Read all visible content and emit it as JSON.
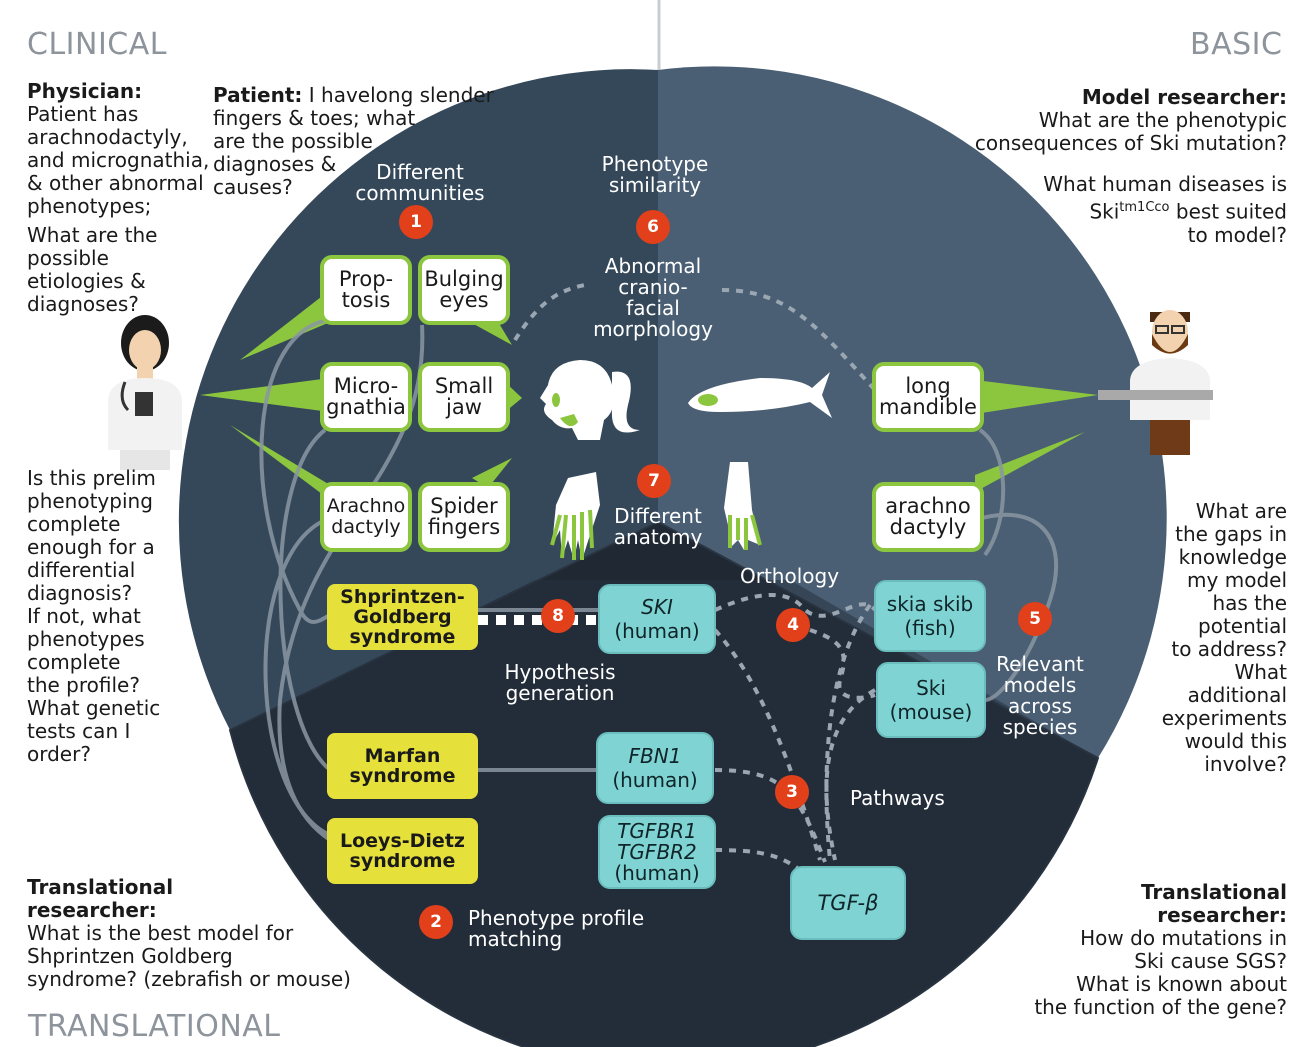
{
  "sections": {
    "clinical": "CLINICAL",
    "basic": "BASIC",
    "translational": "TRANSLATIONAL"
  },
  "physician": {
    "heading": "Physician:",
    "lines": [
      "Patient has",
      "arachnodactyly,",
      "and micrognathia,",
      "& other abnormal",
      "phenotypes;"
    ],
    "question": [
      "What are the",
      "possible",
      "etiologies &",
      "diagnoses?"
    ]
  },
  "patient": {
    "heading": "Patient:",
    "first_line": "I havelong slender",
    "lines": [
      "fingers & toes; what",
      "are the possible",
      "diagnoses &",
      "causes?"
    ]
  },
  "clinical_bottom": [
    "Is this prelim",
    "phenotyping",
    "complete",
    "enough for a",
    "differential",
    "diagnosis?",
    "If not, what",
    "phenotypes",
    "complete",
    "the profile?",
    "What genetic",
    "tests can I",
    "order?"
  ],
  "model_researcher": {
    "heading": "Model researcher:",
    "lines": [
      "What are the phenotypic",
      "consequences of Ski mutation?"
    ],
    "q2_line1": "What human diseases is",
    "q2_ski": "Ski",
    "q2_sup": "tm1Cco",
    "q2_tail": " best suited",
    "q2_line3": "to model?"
  },
  "basic_bottom": [
    "What are",
    "the gaps in",
    "knowledge",
    "my model",
    "has the",
    "potential",
    "to address?",
    "What",
    "additional",
    "experiments",
    "would this",
    "involve?"
  ],
  "translational_left": {
    "heading": [
      "Translational",
      "researcher:"
    ],
    "lines": [
      "What is the best model for",
      "Shprintzen Goldberg",
      "syndrome? (zebrafish or mouse)"
    ]
  },
  "translational_right": {
    "heading": [
      "Translational",
      "researcher:"
    ],
    "lines": [
      "How do mutations in",
      "Ski cause SGS?",
      "What is known about",
      "the function of the gene?"
    ]
  },
  "concepts": {
    "different_communities": [
      "Different",
      "communities"
    ],
    "phenotype_similarity": [
      "Phenotype",
      "similarity"
    ],
    "abnormal_craniofacial": [
      "Abnormal",
      "cranio-",
      "facial",
      "morphology"
    ],
    "different_anatomy": [
      "Different",
      "anatomy"
    ],
    "orthology": "Orthology",
    "hypothesis_generation": [
      "Hypothesis",
      "generation"
    ],
    "relevant_models": [
      "Relevant",
      "models",
      "across",
      "species"
    ],
    "pathways": "Pathways",
    "profile_matching": [
      "Phenotype profile",
      "matching"
    ]
  },
  "bubbles": {
    "proptosis": [
      "Prop-",
      "tosis"
    ],
    "bulging_eyes": [
      "Bulging",
      "eyes"
    ],
    "micrognathia": [
      "Micro-",
      "gnathia"
    ],
    "small_jaw": [
      "Small",
      "jaw"
    ],
    "arachnodactyly": [
      "Arachno",
      "dactyly"
    ],
    "spider_fingers": [
      "Spider",
      "fingers"
    ],
    "long_mandible": [
      "long",
      "mandible"
    ],
    "arachno_dactyly_model": [
      "arachno",
      "dactyly"
    ]
  },
  "syndromes": {
    "sgs": [
      "Shprintzen-",
      "Goldberg",
      "syndrome"
    ],
    "marfan": [
      "Marfan",
      "syndrome"
    ],
    "loeys_dietz": [
      "Loeys-Dietz",
      "syndrome"
    ]
  },
  "genes": {
    "ski_human": {
      "symbol": "SKI",
      "species": "(human)"
    },
    "fbn1": {
      "symbol": "FBN1",
      "species": "(human)"
    },
    "tgfbr": {
      "symbol1": "TGFBR1",
      "symbol2": "TGFBR2",
      "species": "(human)"
    },
    "ski_fish": {
      "symbol": "skia skib",
      "species": "(fish)"
    },
    "ski_mouse": {
      "symbol": "Ski",
      "species": "(mouse)"
    },
    "tgfb": "TGF-β"
  },
  "markers": [
    "1",
    "2",
    "3",
    "4",
    "5",
    "6",
    "7",
    "8"
  ],
  "colors": {
    "clinical_sector": "#35485a",
    "basic_sector": "#4a5f74",
    "translational_sector": "#1f2833",
    "bubble_border": "#8cc63f",
    "gene_box": "#7fd3d3",
    "syndrome_box": "#e6e03a",
    "marker": "#e2401b"
  },
  "icons": [
    "physician-icon",
    "researcher-icon",
    "human-head-icon",
    "zebrafish-icon",
    "human-hand-icon",
    "mouse-paw-icon"
  ]
}
